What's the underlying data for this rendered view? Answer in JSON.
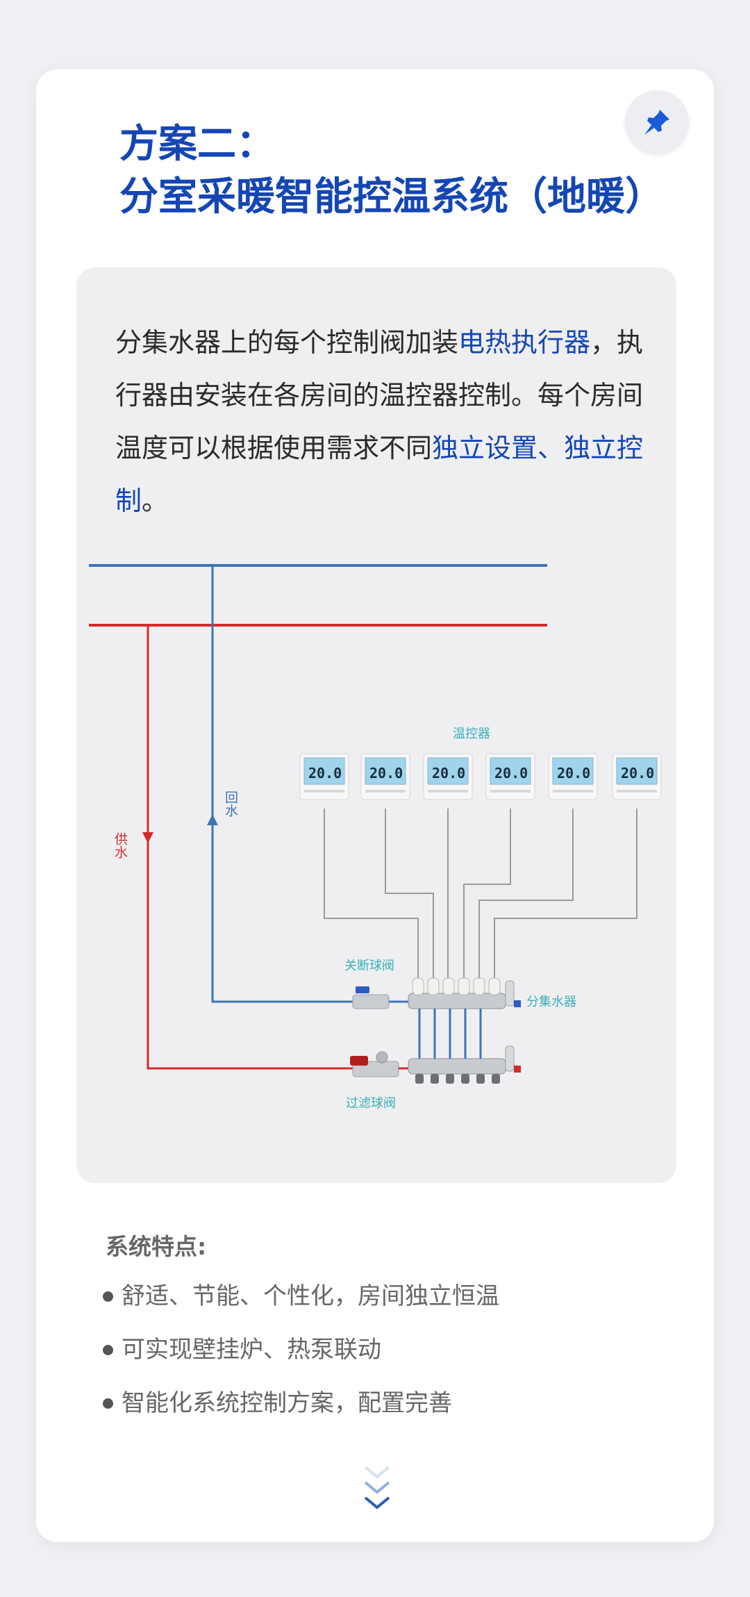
{
  "title": {
    "line1": "方案二：",
    "line2": "分室采暖智能控温系统（地暖）"
  },
  "description": {
    "t1": "分集水器上的每个控制阀加装",
    "h1": "电热执行器",
    "t2": "，执行器由安装在各房间的温控器控制。每个房间温度可以根据使用需求不同",
    "h2": "独立设置、独立控制",
    "t3": "。"
  },
  "diagram": {
    "thermostat_label": "温控器",
    "thermostat_display": "20.0",
    "return_water": "回水",
    "supply_water": "供水",
    "shutoff_valve": "关断球阀",
    "manifold": "分集水器",
    "filter_valve": "过滤球阀",
    "colors": {
      "return": "#3e73b8",
      "supply": "#d42a2a",
      "label": "#3ab0b8"
    }
  },
  "features": {
    "title": "系统特点:",
    "items": [
      "舒适、节能、个性化，房间独立恒温",
      "可实现壁挂炉、热泵联动",
      "智能化系统控制方案，配置完善"
    ]
  },
  "icons": {
    "pin": "pin-icon",
    "scroll": "chevron-down-icon"
  }
}
